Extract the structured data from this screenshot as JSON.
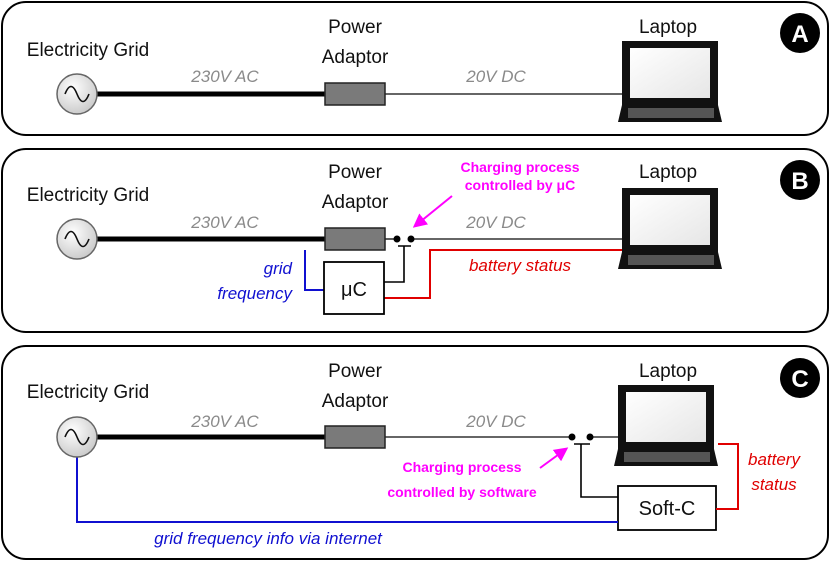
{
  "colors": {
    "panel_border": "#000000",
    "ac_wire": "#000000",
    "dc_wire": "#333333",
    "adapter_fill": "#7a7a7a",
    "battery_status": "#e00000",
    "grid_frequency": "#1010d0",
    "annotation": "#ff00ff",
    "voltage_label": "#8a8a8a"
  },
  "icons": {
    "grid_source": "ac-source-icon",
    "laptop": "laptop-icon",
    "adapter": "power-adapter-icon",
    "switch": "switch-icon"
  },
  "panels": [
    {
      "badge": "A",
      "grid_label": "Electricity Grid",
      "adapter_label_1": "Power",
      "adapter_label_2": "Adaptor",
      "laptop_label": "Laptop",
      "ac_label": "230V AC",
      "dc_label": "20V DC"
    },
    {
      "badge": "B",
      "grid_label": "Electricity Grid",
      "adapter_label_1": "Power",
      "adapter_label_2": "Adaptor",
      "laptop_label": "Laptop",
      "ac_label": "230V AC",
      "dc_label": "20V DC",
      "controller_label": "μC",
      "annotation_1": "Charging process",
      "annotation_2": "controlled by μC",
      "battery_label": "battery status",
      "freq_label_1": "grid",
      "freq_label_2": "frequency"
    },
    {
      "badge": "C",
      "grid_label": "Electricity Grid",
      "adapter_label_1": "Power",
      "adapter_label_2": "Adaptor",
      "laptop_label": "Laptop",
      "ac_label": "230V AC",
      "dc_label": "20V DC",
      "controller_label": "Soft-C",
      "annotation_1": "Charging process",
      "annotation_2": "controlled by software",
      "battery_label_1": "battery",
      "battery_label_2": "status",
      "internet_label": "grid frequency info via internet"
    }
  ]
}
